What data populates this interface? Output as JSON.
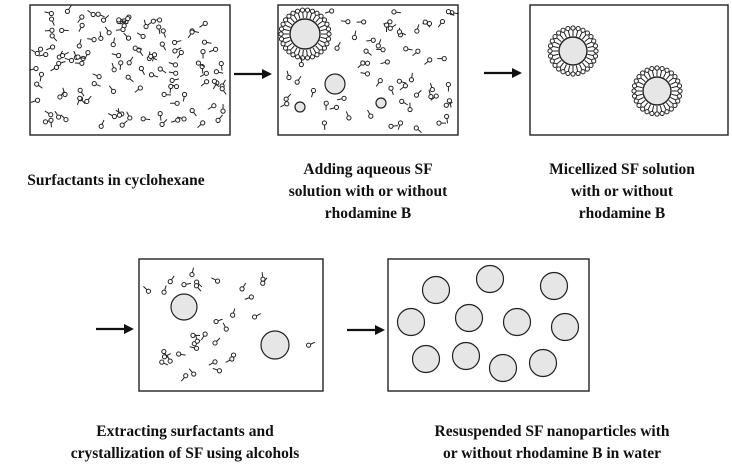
{
  "steps": [
    {
      "caption_lines": [
        "Surfactants in cyclohexane"
      ]
    },
    {
      "caption_lines": [
        "Adding aqueous SF",
        "solution with or without",
        "rhodamine B"
      ]
    },
    {
      "caption_lines": [
        "Micellized SF solution",
        "with or without",
        "rhodamine B"
      ]
    },
    {
      "caption_lines": [
        "Extracting surfactants and",
        "crystallization of SF using alcohols"
      ]
    },
    {
      "caption_lines": [
        "Resuspended SF nanoparticles with",
        "or without rhodamine B in water"
      ]
    }
  ],
  "colors": {
    "particle_fill": "#e6e6e6",
    "stroke": "#222222"
  }
}
